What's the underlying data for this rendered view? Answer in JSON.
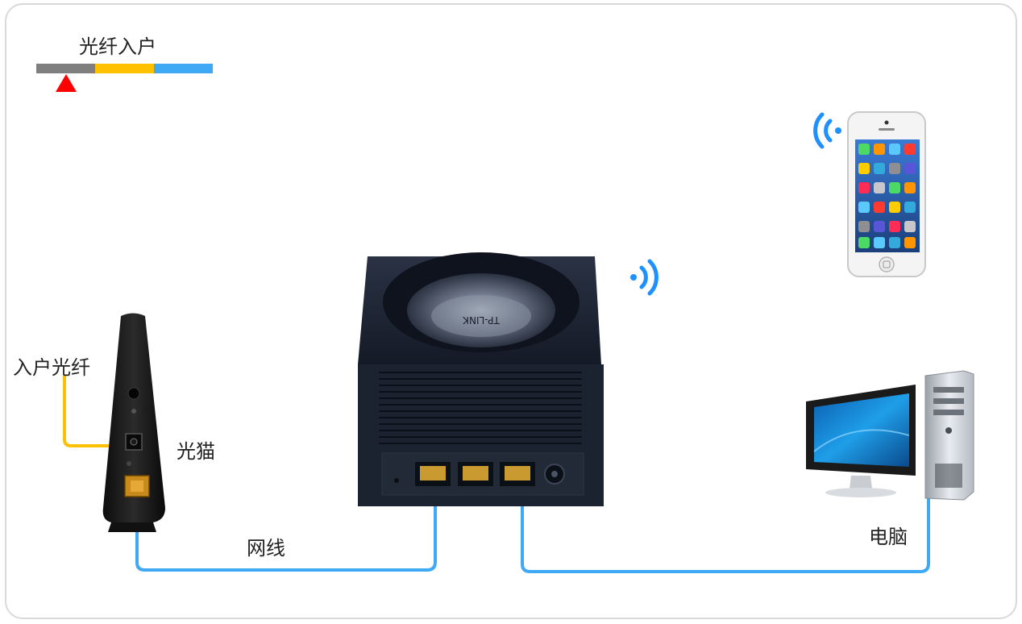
{
  "legend": {
    "title": "光纤入户",
    "segments": [
      {
        "color": "#7f7f7f"
      },
      {
        "color": "#ffc000"
      },
      {
        "color": "#3fa9f5"
      }
    ],
    "marker_color": "#ff0000"
  },
  "devices": {
    "fiber_label": "入户光纤",
    "modem_label": "光猫",
    "cable_label": "网线",
    "computer_label": "电脑",
    "router_brand": "TP-LINK"
  },
  "colors": {
    "fiber": "#ffc000",
    "ethernet": "#3fa9f5",
    "wifi": "#1e90ff",
    "device_dark": "#1b2230"
  }
}
